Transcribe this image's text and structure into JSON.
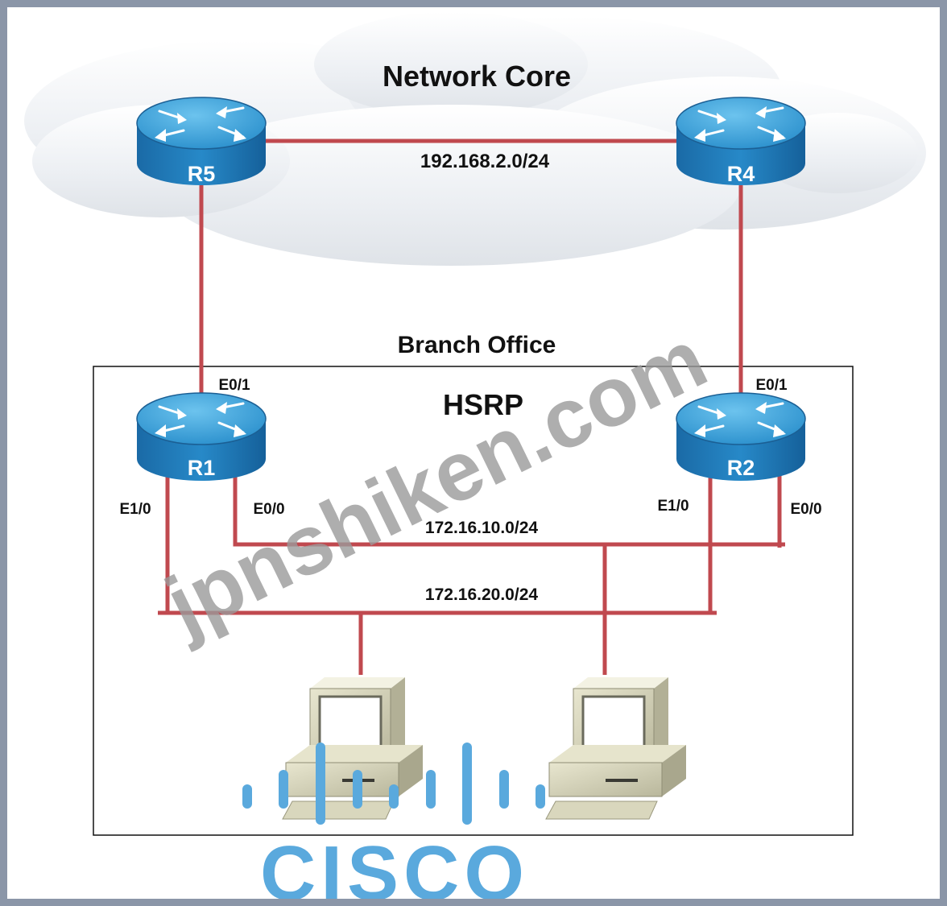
{
  "title": "Network Core",
  "core_network": "192.168.2.0/24",
  "branch": {
    "title": "Branch Office",
    "protocol": "HSRP"
  },
  "routers": {
    "r5": "R5",
    "r4": "R4",
    "r1": "R1",
    "r2": "R2"
  },
  "interfaces": {
    "r1_uplink": "E0/1",
    "r2_uplink": "E0/1",
    "r1_e10": "E1/0",
    "r1_e00": "E0/0",
    "r2_e10": "E1/0",
    "r2_e00": "E0/0"
  },
  "lans": {
    "lan_a": "172.16.10.0/24",
    "lan_b": "172.16.20.0/24"
  },
  "watermark": "jpnshiken.com",
  "logo": "CISCO",
  "colors": {
    "link": "#c0494f",
    "router_top": "#3aa3d6",
    "router_side": "#1e77b5",
    "cloud": "#e9ecf0",
    "watermark": "#9a9a9a",
    "logo": "#5aa9dd"
  }
}
